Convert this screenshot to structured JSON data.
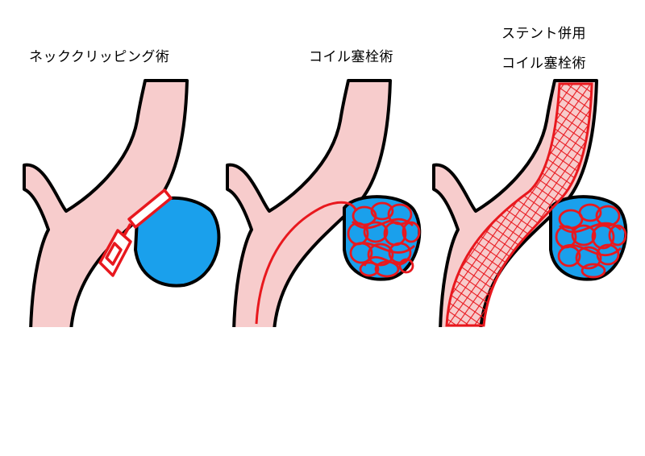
{
  "panels": [
    {
      "label_lines": [
        "ネッククリッピング術"
      ]
    },
    {
      "label_lines": [
        "コイル塞栓術"
      ]
    },
    {
      "label_lines": [
        "ステント併用",
        "コイル塞栓術"
      ]
    }
  ],
  "colors": {
    "vessel": "#f7cccc",
    "outline": "#000000",
    "device": "#e8181e",
    "aneurysm": "#1aa0ec"
  }
}
